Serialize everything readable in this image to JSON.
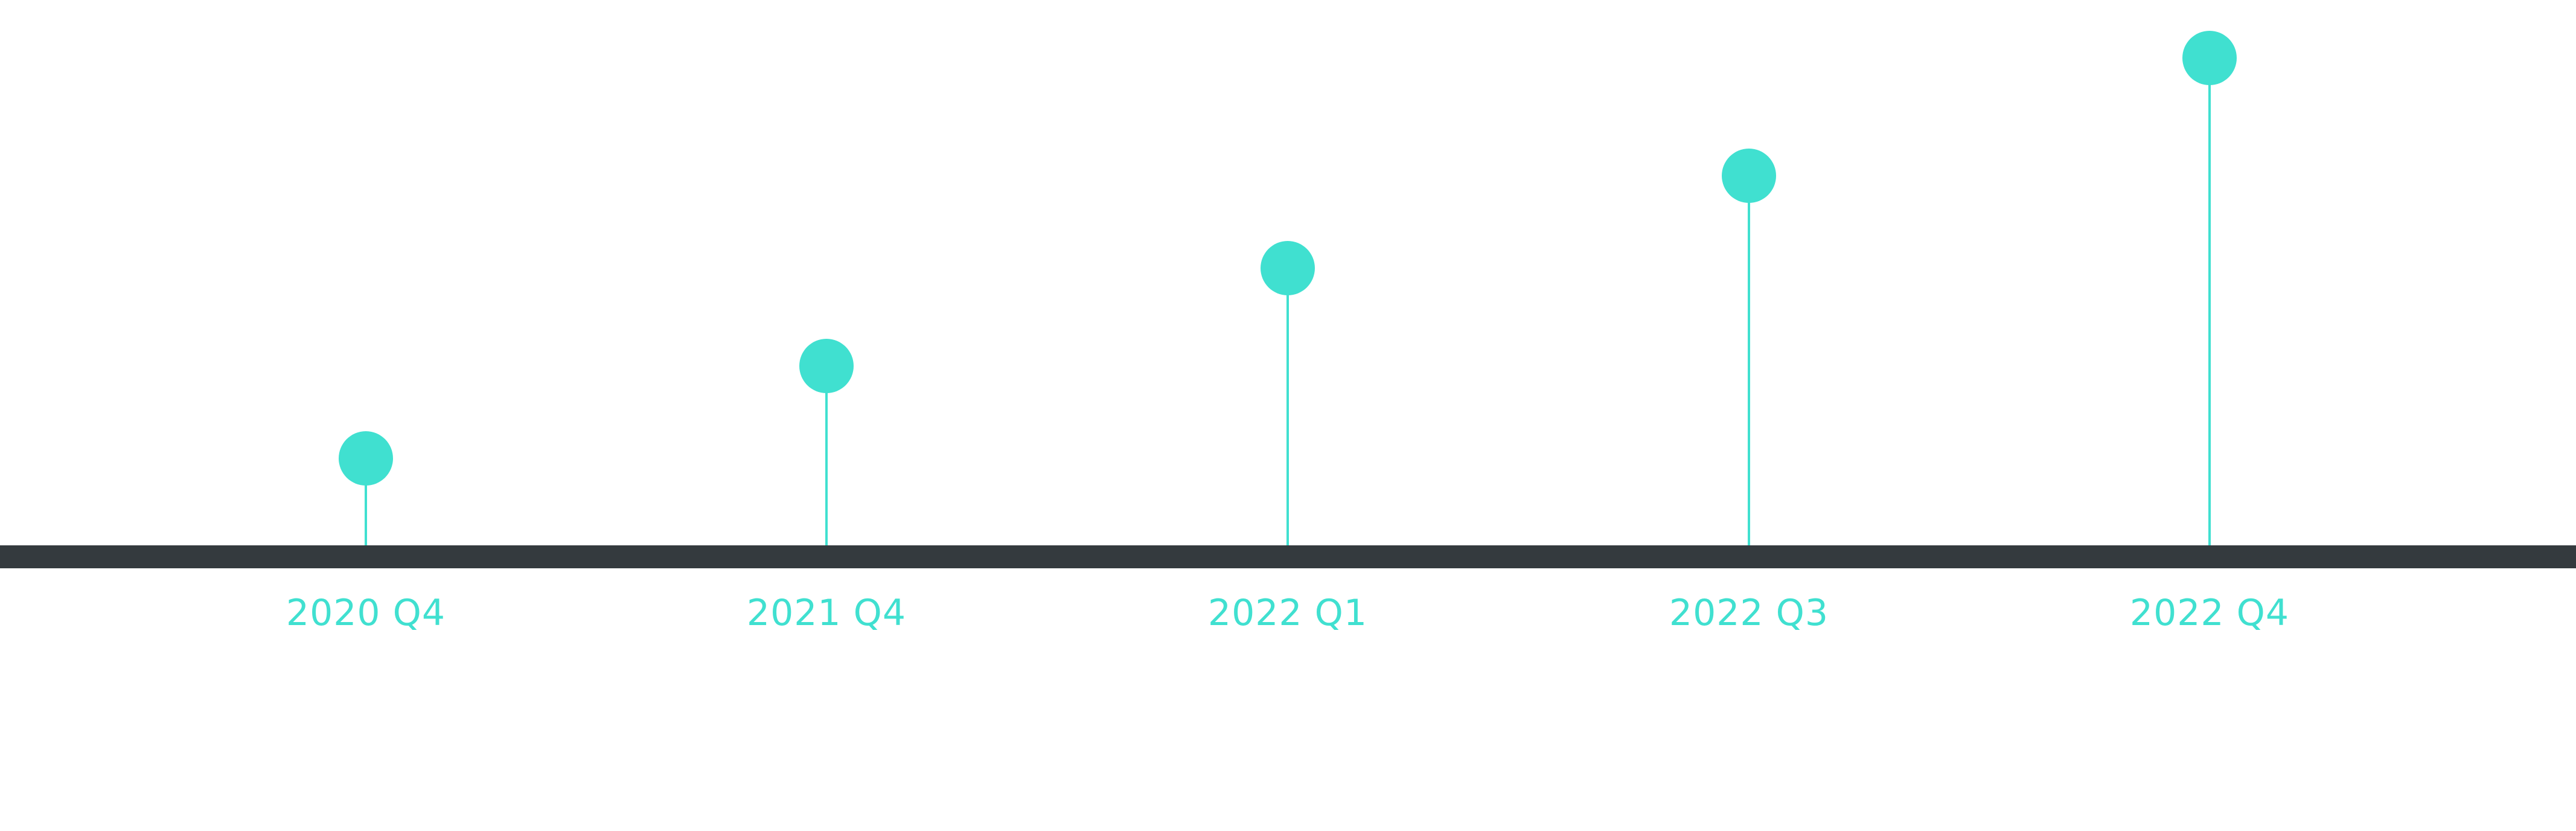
{
  "colors": {
    "accent": "#40e0d0",
    "axis": "#343a3e",
    "background": "#ffffff"
  },
  "timeline": {
    "milestones": [
      {
        "label": "2020 Q4",
        "level": 0.17
      },
      {
        "label": "2021 Q4",
        "level": 0.35
      },
      {
        "label": "2022 Q1",
        "level": 0.54
      },
      {
        "label": "2022 Q3",
        "level": 0.72
      },
      {
        "label": "2022 Q4",
        "level": 0.95
      }
    ]
  }
}
